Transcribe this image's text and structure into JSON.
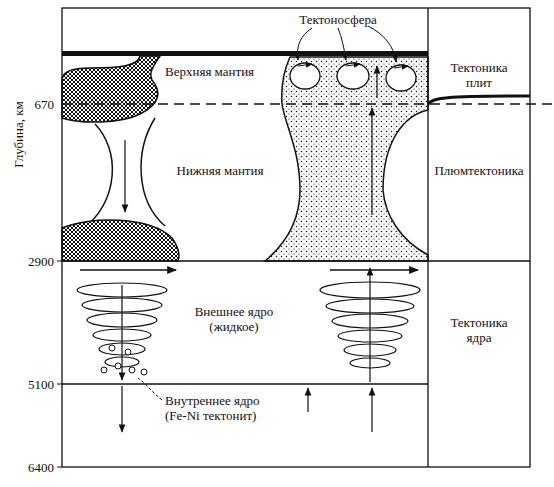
{
  "diagram": {
    "nodes": [
      {
        "text": [
          "Верхняя мантия"
        ]
      },
      {
        "text": [
          "Нижняя мантия"
        ]
      },
      {
        "text": [
          "Внешнее ядро (жидкое)"
        ]
      },
      {
        "text": [
          "Внутреннее ядро (Fe-Ni тектонит)"
        ]
      },
      {
        "text": [
          "Тектоника плит"
        ]
      },
      {
        "text": [
          "Плюмтектоника"
        ]
      },
      {
        "text": [
          "Тектоника ядра"
        ]
      }
    ],
    "labels": [
      "Тектоносфера",
      "Глубина, км",
      "670",
      "2900",
      "5100",
      "6400"
    ]
  }
}
